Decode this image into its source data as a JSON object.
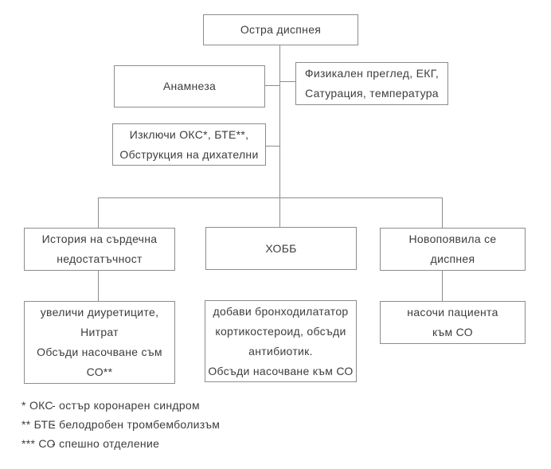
{
  "colors": {
    "background": "#ffffff",
    "box_border": "#8c8c8c",
    "connector": "#8c8c8c",
    "text": "#3d3d3d"
  },
  "nodes": {
    "acute_dyspnea": {
      "text": "Остра диспнея"
    },
    "anamnesis": {
      "text": "Анамнеза"
    },
    "physical_exam": {
      "text": "Физикален преглед, ЕКГ,\nСатурация, температура"
    },
    "exclude": {
      "text": "Изключи ОКС*, БТЕ**,\nОбструкция на дихателни"
    },
    "heart_failure_history": {
      "text": "История на сърдечна\nнедостатъчност"
    },
    "copd": {
      "text": "ХОББ"
    },
    "new_onset_dyspnea": {
      "text": "Новопоявила се\nдиспнея"
    },
    "heart_failure_action": {
      "text": "увеличи диуретиците,\nНитрат\nОбсъди насочване съм\nСО**"
    },
    "copd_action": {
      "text": "добави бронходилататор\nкортикостероид, обсъди\nантибиотик.\nОбсъди насочване към СО"
    },
    "new_onset_action": {
      "text": "насочи пациента\nкъм СО"
    }
  },
  "legend": [
    {
      "abbr": "* ОКС",
      "def": "- остър коронарен синдром"
    },
    {
      "abbr": "** БТЕ",
      "def": "- белодробен тромбемболизъм"
    },
    {
      "abbr": "*** СО",
      "def": "- спешно отделение"
    }
  ]
}
